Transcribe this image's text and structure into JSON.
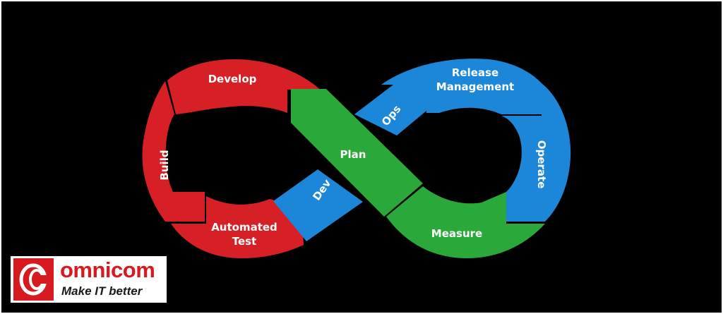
{
  "colors": {
    "background": "#000000",
    "red": "#d71f26",
    "blue": "#1c86d9",
    "green": "#2aa83a",
    "label": "#ffffff",
    "brand": "#d71920"
  },
  "diagram": {
    "segments": [
      {
        "id": "develop",
        "label": "Develop",
        "color": "red"
      },
      {
        "id": "build",
        "label": "Build",
        "color": "red"
      },
      {
        "id": "automated-test",
        "label_line1": "Automated",
        "label_line2": "Test",
        "color": "red"
      },
      {
        "id": "dev",
        "label": "Dev",
        "color": "blue"
      },
      {
        "id": "plan",
        "label": "Plan",
        "color": "green"
      },
      {
        "id": "ops",
        "label": "Ops",
        "color": "blue"
      },
      {
        "id": "release-management",
        "label_line1": "Release",
        "label_line2": "Management",
        "color": "blue"
      },
      {
        "id": "operate",
        "label": "Operate",
        "color": "blue"
      },
      {
        "id": "measure",
        "label": "Measure",
        "color": "green"
      }
    ]
  },
  "logo": {
    "brand": "omnicom",
    "tagline": "Make IT better",
    "icon": "omnicom-logo-icon"
  }
}
